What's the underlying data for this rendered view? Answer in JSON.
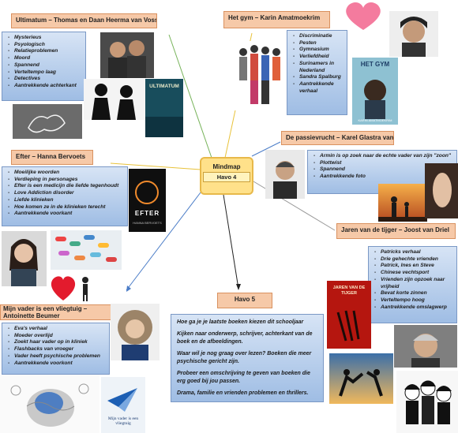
{
  "center": {
    "title": "Mindmap",
    "subtitle": "Havo 4"
  },
  "books": [
    {
      "id": "ultimatum",
      "title": "Ultimatum – Thomas en Daan Heerma van Voss",
      "items": [
        "Mysterieus",
        "Psyologisch",
        "Relatieproblemen",
        "Moord",
        "Spannend",
        "Verteltempo laag",
        "Detectives",
        "Aantrekkende achterkant"
      ]
    },
    {
      "id": "gym",
      "title": "Het gym – Karin Amatmoekrim",
      "items": [
        "Discriminatie",
        "Pesten",
        "Gymnasium",
        "Verliefdheid",
        "Surinamers in Nederland",
        "Sandra Spalburg",
        "Aantrekkende verhaal"
      ]
    },
    {
      "id": "passievrucht",
      "title": "De passievrucht – Karel Glastra van Loon",
      "items": [
        "Armin is op zoek naar de echte vader van zijn \"zoon\"",
        "Plottwist",
        "Spannend",
        "Aantrekkende foto"
      ]
    },
    {
      "id": "efter",
      "title": "Efter – Hanna Bervoets",
      "items": [
        "Moeilijke woorden",
        "Verdieping in personages",
        "Efter is een medicijn die liefde tegenhoudt",
        "Love Addiction disorder",
        "Liefde klinieken",
        "Hoe komen ze in de klinieken terecht",
        "Aantrekkende voorkant"
      ]
    },
    {
      "id": "tijger",
      "title": "Jaren van de tijger – Joost van Driel",
      "items": [
        "Patricks verhaal",
        "Drie gehechte vrienden",
        "Patrick, Ines en Steve",
        "Chinese vechtsport",
        "Vrienden zijn opzoek naar vrijheid",
        "Bevat korte zinnen",
        "Verteltempo hoog",
        "Aantrekkende omslagwerp"
      ]
    },
    {
      "id": "vlieg",
      "title": "Mijn vader is een vliegtuig – Antoinette Beumer",
      "items": [
        "Eva's verhaal",
        "Moeder overlijd",
        "Zoekt haar vader op in kliniek",
        "Flashbacks van vroeger",
        "Vader heeft psychische problemen",
        "Aantrekkende voorkont"
      ]
    }
  ],
  "havo5": {
    "title": "Havo 5",
    "paragraphs": [
      "Hoe ga je je laatste boeken kiezen dit schooljaar",
      "Kijken naar onderwerp, schrijver, achterkant van de boek en de afbeeldingen.",
      "Waar wil je nog graag over lezen? Boeken die meer psychische gericht zijn.",
      "Probeer een omschrijving te geven van boeken die erg goed bij jou passen.",
      "Drama, familie en vrienden problemen en thrillers."
    ]
  },
  "covers": {
    "ultimatum": "ULTIMATUM",
    "gym": "HET GYM",
    "gym_author": "KARIN AMATMOEKRIM",
    "efter": "EFTER",
    "efter_author": "HANNA BERVOETS",
    "tijger": "JAREN VAN DE TIJGER",
    "vlieg": "Mijn vader is een vliegtuig"
  },
  "colors": {
    "title_bg": "#f6c9a8",
    "list_bg": "#9fbde4",
    "center_bg": "#ffe18a"
  }
}
